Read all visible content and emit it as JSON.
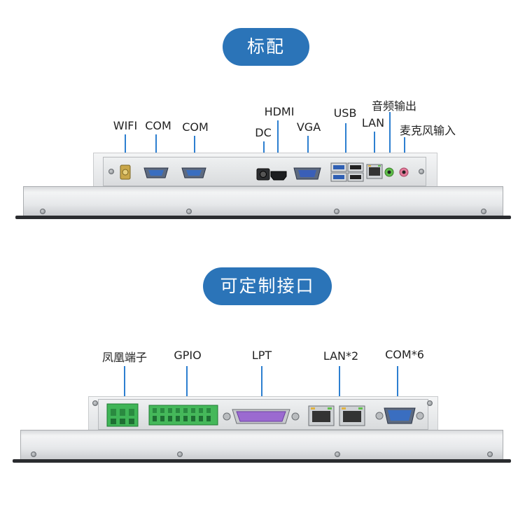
{
  "section_standard": {
    "title": "标配",
    "ports": {
      "wifi": "WIFI",
      "com1": "COM",
      "com2": "COM",
      "hdmi": "HDMI",
      "dc": "DC",
      "vga": "VGA",
      "usb": "USB",
      "lan": "LAN",
      "audio_out": "音频输出",
      "mic_in": "麦克风输入"
    }
  },
  "section_custom": {
    "title": "可定制接口",
    "ports": {
      "phoenix": "凤凰端子",
      "gpio": "GPIO",
      "lpt": "LPT",
      "lan": "LAN*2",
      "com": "COM*6"
    }
  },
  "colors": {
    "accent": "#2b74b8",
    "leader_line": "#2d7fd0",
    "phoenix_terminal": "#3fb557",
    "gpio_terminal": "#45b85a",
    "lpt_connector": "#9b6ad0",
    "vga_connector": "#3a5fb8",
    "com_connector": "#3a6ec0"
  }
}
